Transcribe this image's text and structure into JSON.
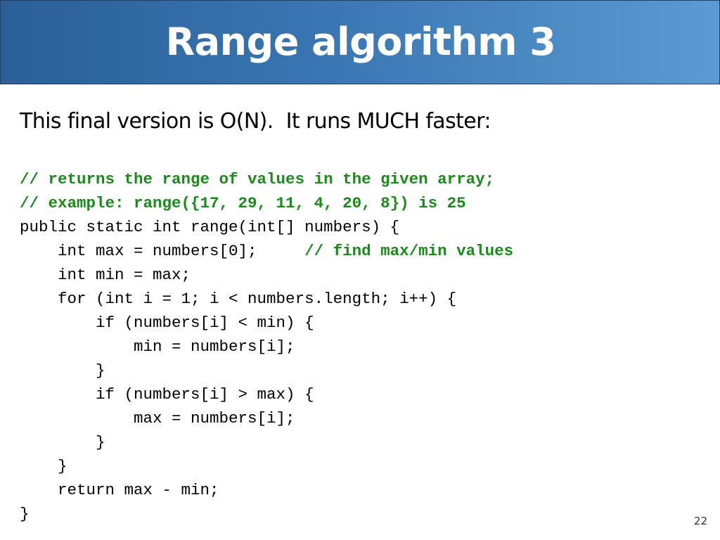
{
  "slide": {
    "title": "Range algorithm 3",
    "intro": "This final version is O(N).  It runs MUCH faster:",
    "slide_number": "22",
    "comment_color": "#1a8a1a"
  },
  "code": {
    "line_0_comment": "// returns the range of values in the given array;",
    "line_1_comment": "// example: range({17, 29, 11, 4, 20, 8}) is 25",
    "line_2": "public static int range(int[] numbers) {",
    "line_3": "    int max = numbers[0];     ",
    "line_3_comment": "// find max/min values",
    "line_4": "    int min = max;",
    "line_5": "    for (int i = 1; i < numbers.length; i++) {",
    "line_6": "        if (numbers[i] < min) {",
    "line_7": "            min = numbers[i];",
    "line_8": "        }",
    "line_9": "        if (numbers[i] > max) {",
    "line_10": "            max = numbers[i];",
    "line_11": "        }",
    "line_12": "    }",
    "line_13": "    return max - min;",
    "line_14": "}"
  }
}
